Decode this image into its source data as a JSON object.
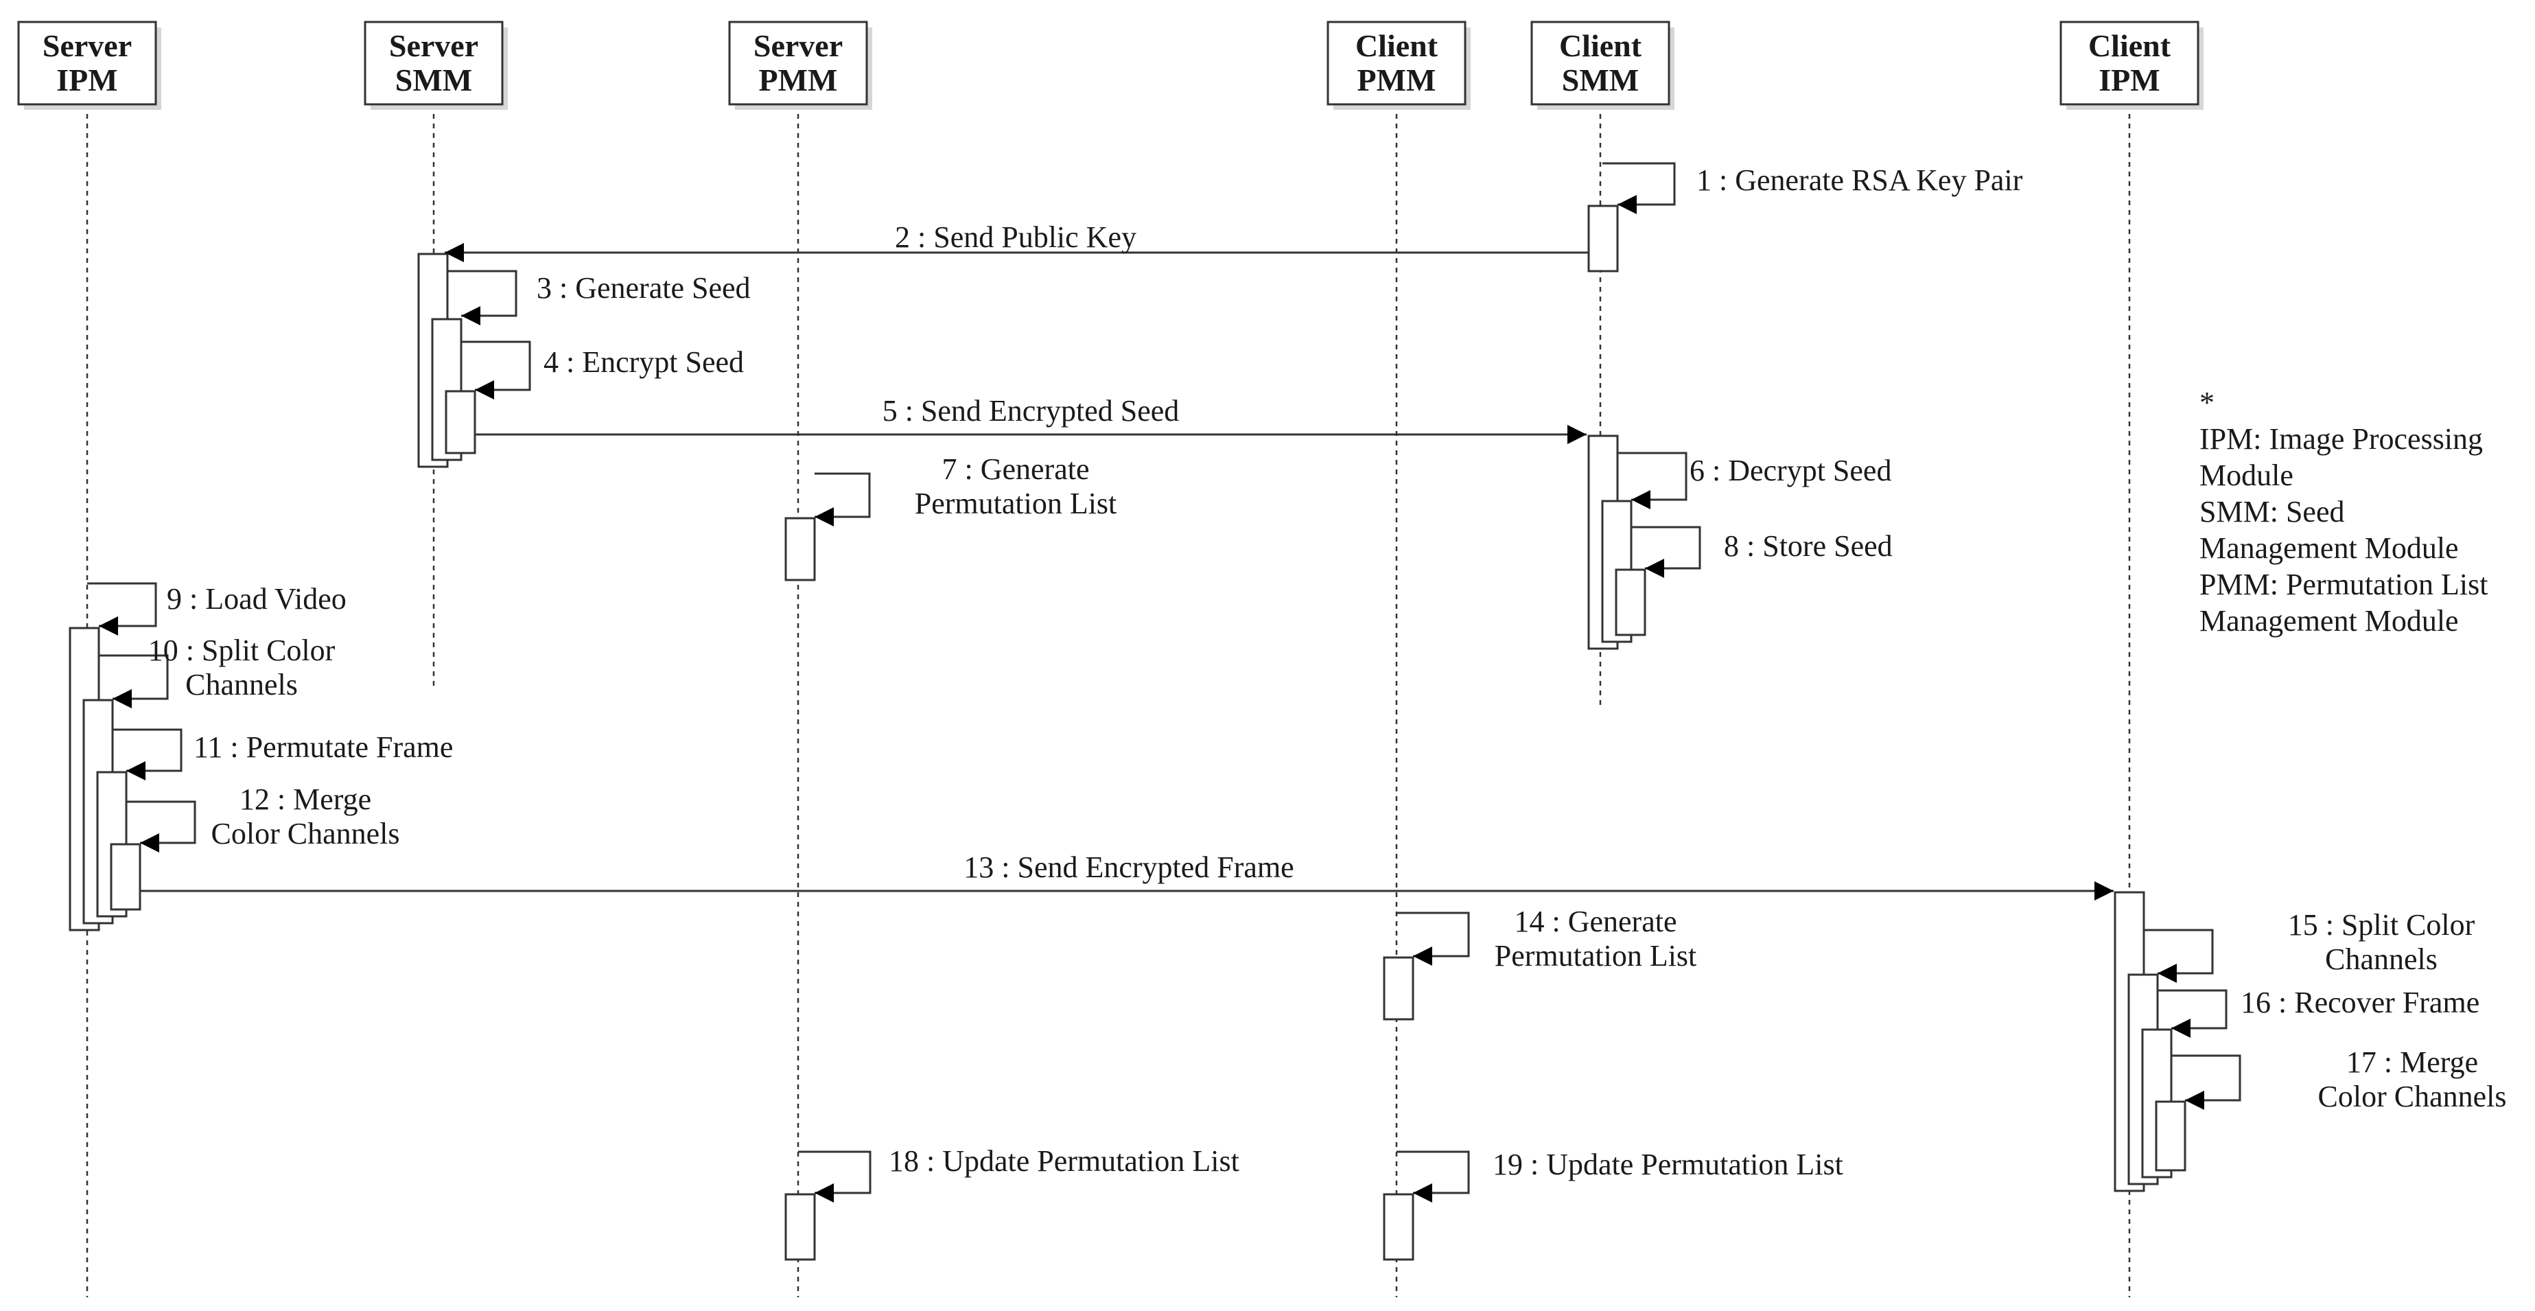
{
  "participants": [
    {
      "id": "server-ipm",
      "line1": "Server",
      "line2": "IPM"
    },
    {
      "id": "server-smm",
      "line1": "Server",
      "line2": "SMM"
    },
    {
      "id": "server-pmm",
      "line1": "Server",
      "line2": "PMM"
    },
    {
      "id": "client-pmm",
      "line1": "Client",
      "line2": "PMM"
    },
    {
      "id": "client-smm",
      "line1": "Client",
      "line2": "SMM"
    },
    {
      "id": "client-ipm",
      "line1": "Client",
      "line2": "IPM"
    }
  ],
  "messages": [
    {
      "lines": [
        "1 : Generate RSA Key Pair"
      ],
      "from": "client-smm",
      "to": "client-smm",
      "kind": "self"
    },
    {
      "lines": [
        "2 : Send Public Key"
      ],
      "from": "client-smm",
      "to": "server-smm",
      "kind": "call"
    },
    {
      "lines": [
        "3 : Generate Seed"
      ],
      "from": "server-smm",
      "to": "server-smm",
      "kind": "self"
    },
    {
      "lines": [
        "4 : Encrypt Seed"
      ],
      "from": "server-smm",
      "to": "server-smm",
      "kind": "self"
    },
    {
      "lines": [
        "5 : Send Encrypted Seed"
      ],
      "from": "server-smm",
      "to": "client-smm",
      "kind": "call"
    },
    {
      "lines": [
        "6 : Decrypt Seed"
      ],
      "from": "client-smm",
      "to": "client-smm",
      "kind": "self"
    },
    {
      "lines": [
        "7 : Generate",
        "Permutation List"
      ],
      "from": "server-pmm",
      "to": "server-pmm",
      "kind": "self"
    },
    {
      "lines": [
        "8 : Store Seed"
      ],
      "from": "client-smm",
      "to": "client-smm",
      "kind": "self"
    },
    {
      "lines": [
        "9 : Load Video"
      ],
      "from": "server-ipm",
      "to": "server-ipm",
      "kind": "self"
    },
    {
      "lines": [
        "10 : Split Color",
        "Channels"
      ],
      "from": "server-ipm",
      "to": "server-ipm",
      "kind": "self"
    },
    {
      "lines": [
        "11 : Permutate Frame"
      ],
      "from": "server-ipm",
      "to": "server-ipm",
      "kind": "self"
    },
    {
      "lines": [
        "12 : Merge",
        "Color Channels"
      ],
      "from": "server-ipm",
      "to": "server-ipm",
      "kind": "self"
    },
    {
      "lines": [
        "13 : Send Encrypted Frame"
      ],
      "from": "server-ipm",
      "to": "client-ipm",
      "kind": "call"
    },
    {
      "lines": [
        "14 : Generate",
        "Permutation List"
      ],
      "from": "client-pmm",
      "to": "client-pmm",
      "kind": "self"
    },
    {
      "lines": [
        "15 : Split Color",
        "Channels"
      ],
      "from": "client-ipm",
      "to": "client-ipm",
      "kind": "self"
    },
    {
      "lines": [
        "16 : Recover Frame"
      ],
      "from": "client-ipm",
      "to": "client-ipm",
      "kind": "self"
    },
    {
      "lines": [
        "17 : Merge",
        "Color Channels"
      ],
      "from": "client-ipm",
      "to": "client-ipm",
      "kind": "self"
    },
    {
      "lines": [
        "18 : Update Permutation List"
      ],
      "from": "server-pmm",
      "to": "server-pmm",
      "kind": "self"
    },
    {
      "lines": [
        "19 : Update Permutation List"
      ],
      "from": "client-pmm",
      "to": "client-pmm",
      "kind": "self"
    }
  ],
  "legend": {
    "marker": "*",
    "ipm": "IPM: Image Processing",
    "ipm_cont": "Module",
    "smm": "SMM: Seed",
    "smm_cont": "Management Module",
    "pmm": "PMM: Permutation List",
    "pmm_cont": "Management Module"
  },
  "colors": {
    "stroke": "#333333",
    "shadow": "#d6d6d6",
    "text": "#1a1a1a"
  }
}
